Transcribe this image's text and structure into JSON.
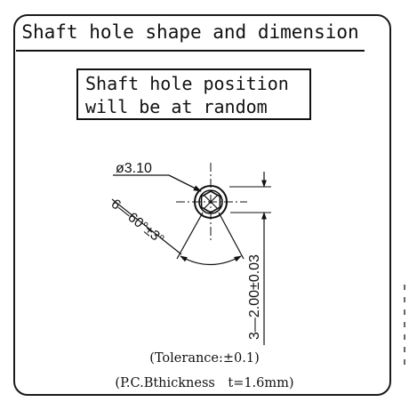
{
  "title": "Shaft hole shape and dimension",
  "note": {
    "line1": "Shaft hole position",
    "line2": "will be at random"
  },
  "dimensions": {
    "diameter": "ø3.10",
    "angle": "6—60°±3°",
    "height": "3—2.00±0.03"
  },
  "tolerance": {
    "line1": "(Tolerance:±0.1)",
    "line2": "(P.C.Bthickness t=1.6mm)"
  },
  "colors": {
    "line": "#111111",
    "background": "#ffffff"
  }
}
